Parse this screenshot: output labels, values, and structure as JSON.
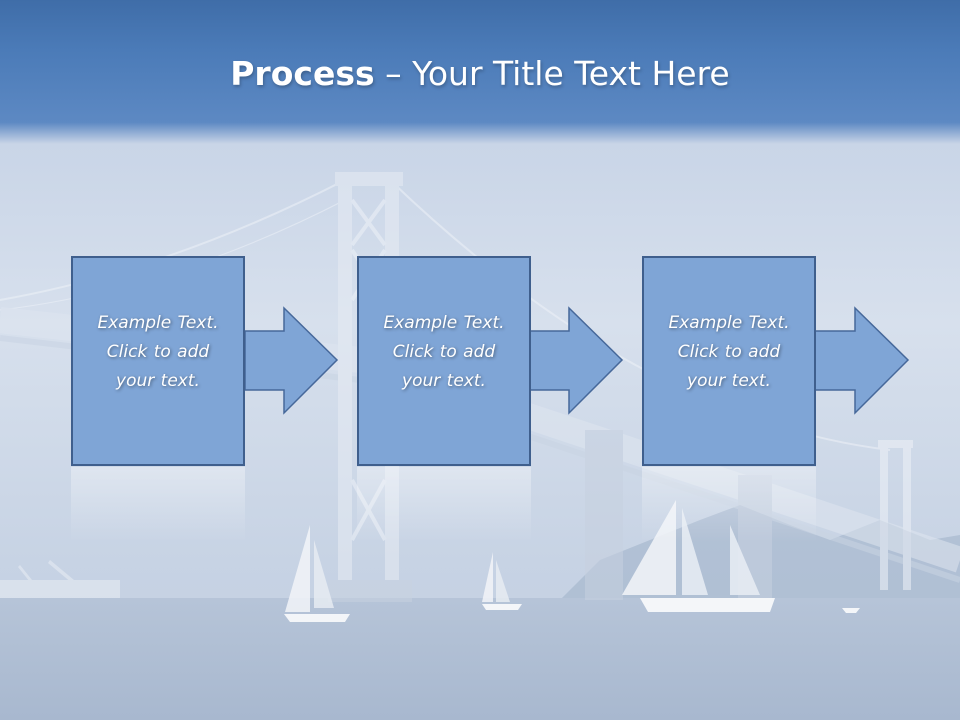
{
  "slide": {
    "title_bold": "Process",
    "title_rest": " – Your Title Text Here"
  },
  "steps": [
    {
      "lines": [
        "Example Text.",
        "Click  to add",
        "your text."
      ]
    },
    {
      "lines": [
        "Example Text.",
        "Click  to add",
        "your text."
      ]
    },
    {
      "lines": [
        "Example Text.",
        "Click  to add",
        "your text."
      ]
    }
  ],
  "colors": {
    "title_band": "#5b86c0",
    "box_fill": "#7fa5d6",
    "box_border": "#3f5f8d",
    "water": "#a7b7cd",
    "text": "#ffffff"
  }
}
